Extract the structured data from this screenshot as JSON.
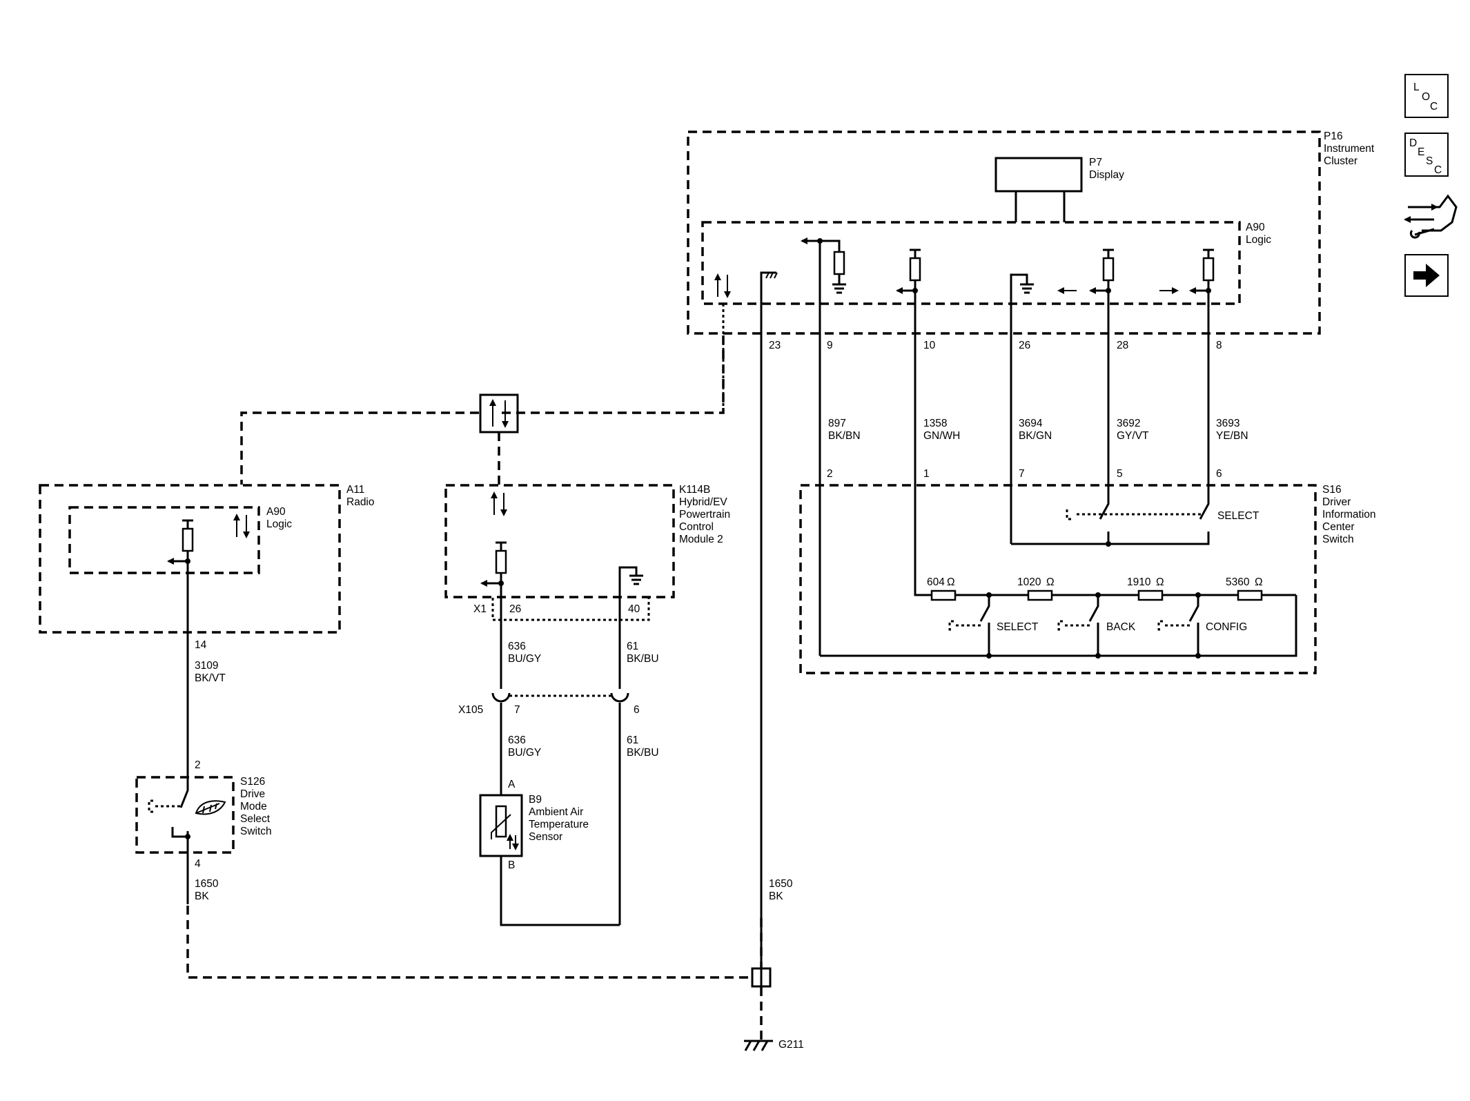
{
  "nav": {
    "loc": {
      "l": "L",
      "o": "O",
      "c": "C"
    },
    "desc": {
      "d": "D",
      "e": "E",
      "s": "S",
      "c": "C"
    }
  },
  "components": {
    "p16": {
      "id": "P16",
      "l1": "Instrument",
      "l2": "Cluster"
    },
    "p7": {
      "id": "P7",
      "l1": "Display"
    },
    "a90_p16": {
      "id": "A90",
      "l1": "Logic"
    },
    "a11": {
      "id": "A11",
      "l1": "Radio"
    },
    "a90_a11": {
      "id": "A90",
      "l1": "Logic"
    },
    "k114b": {
      "id": "K114B",
      "l1": "Hybrid/EV",
      "l2": "Powertrain",
      "l3": "Control",
      "l4": "Module 2"
    },
    "s16": {
      "id": "S16",
      "l1": "Driver",
      "l2": "Information",
      "l3": "Center",
      "l4": "Switch"
    },
    "s126": {
      "id": "S126",
      "l1": "Drive",
      "l2": "Mode",
      "l3": "Select",
      "l4": "Switch"
    },
    "b9": {
      "id": "B9",
      "l1": "Ambient Air",
      "l2": "Temperature",
      "l3": "Sensor"
    },
    "x105": "X105",
    "x1": "X1",
    "g211": "G211"
  },
  "pins": {
    "p16": [
      "23",
      "9",
      "10",
      "26",
      "28",
      "8"
    ],
    "s16": [
      "2",
      "1",
      "7",
      "5",
      "6"
    ],
    "a11": "14",
    "k114b": [
      "26",
      "40"
    ],
    "x105": [
      "7",
      "6"
    ],
    "s126": [
      "2",
      "4"
    ],
    "b9": [
      "A",
      "B"
    ]
  },
  "wires": {
    "w897": {
      "num": "897",
      "color": "BK/BN"
    },
    "w1358": {
      "num": "1358",
      "color": "GN/WH"
    },
    "w3694": {
      "num": "3694",
      "color": "BK/GN"
    },
    "w3692": {
      "num": "3692",
      "color": "GY/VT"
    },
    "w3693": {
      "num": "3693",
      "color": "YE/BN"
    },
    "w3109": {
      "num": "3109",
      "color": "BK/VT"
    },
    "w636a": {
      "num": "636",
      "color": "BU/GY"
    },
    "w61a": {
      "num": "61",
      "color": "BK/BU"
    },
    "w636b": {
      "num": "636",
      "color": "BU/GY"
    },
    "w61b": {
      "num": "61",
      "color": "BK/BU"
    },
    "w1650a": {
      "num": "1650",
      "color": "BK"
    },
    "w1650b": {
      "num": "1650",
      "color": "BK"
    }
  },
  "resistors": {
    "r1": "604",
    "r2": "1020",
    "r3": "1910",
    "r4": "5360",
    "unit": "Ω"
  },
  "switches": {
    "select_top": "SELECT",
    "select": "SELECT",
    "back": "BACK",
    "config": "CONFIG"
  }
}
